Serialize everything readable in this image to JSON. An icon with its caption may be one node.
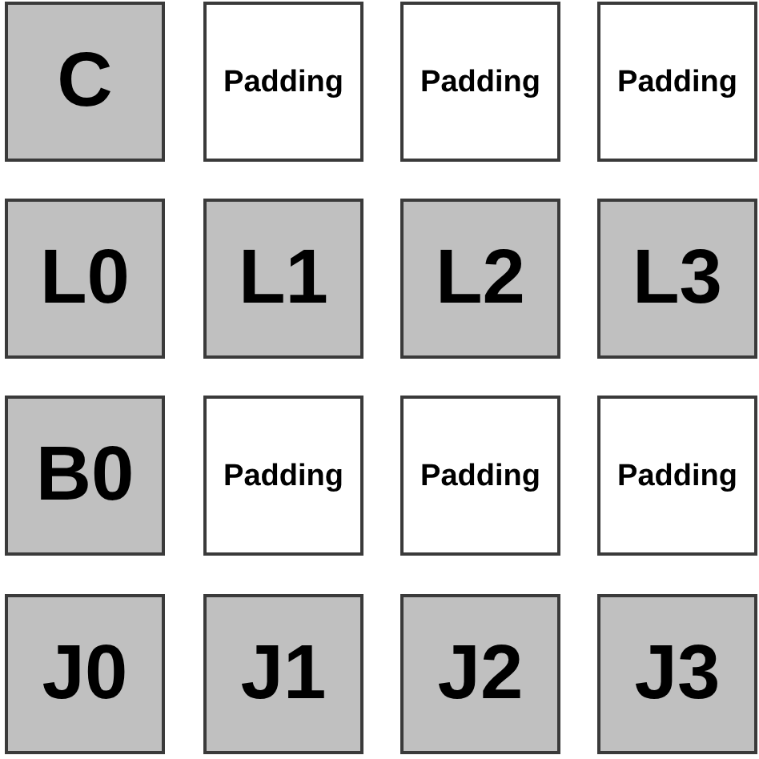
{
  "diagram": {
    "nodes": [
      {
        "text": [
          "C"
        ]
      },
      {
        "text": [
          "Padding"
        ]
      },
      {
        "text": [
          "Padding"
        ]
      },
      {
        "text": [
          "Padding"
        ]
      },
      {
        "text": [
          "L0"
        ]
      },
      {
        "text": [
          "L1"
        ]
      },
      {
        "text": [
          "L2"
        ]
      },
      {
        "text": [
          "L3"
        ]
      },
      {
        "text": [
          "B0"
        ]
      },
      {
        "text": [
          "Padding"
        ]
      },
      {
        "text": [
          "Padding"
        ]
      },
      {
        "text": [
          "Padding"
        ]
      },
      {
        "text": [
          "J0"
        ]
      },
      {
        "text": [
          "J1"
        ]
      },
      {
        "text": [
          "J2"
        ]
      },
      {
        "text": [
          "J3"
        ]
      }
    ]
  }
}
